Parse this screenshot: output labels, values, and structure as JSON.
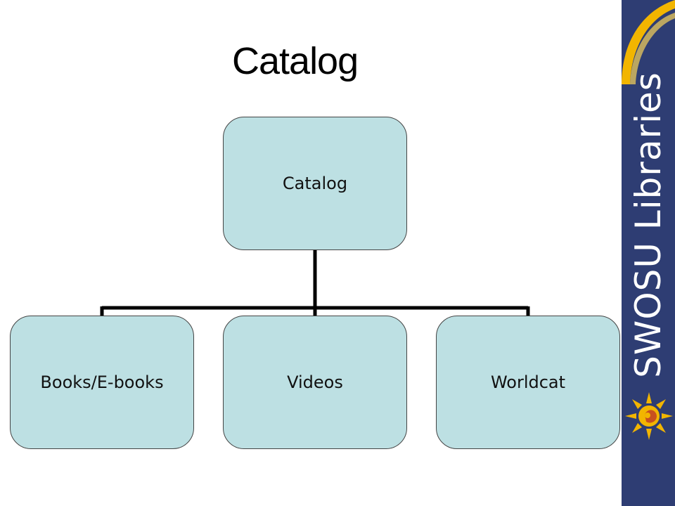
{
  "slide": {
    "title": "Catalog"
  },
  "diagram": {
    "root": {
      "label": "Catalog"
    },
    "children": [
      {
        "label": "Books/E-books"
      },
      {
        "label": "Videos"
      },
      {
        "label": "Worldcat"
      }
    ]
  },
  "branding": {
    "text": "SWOSU Libraries",
    "colors": {
      "panel": "#2e3d73",
      "accent": "#f2b500",
      "box_fill": "#bde0e3"
    }
  }
}
